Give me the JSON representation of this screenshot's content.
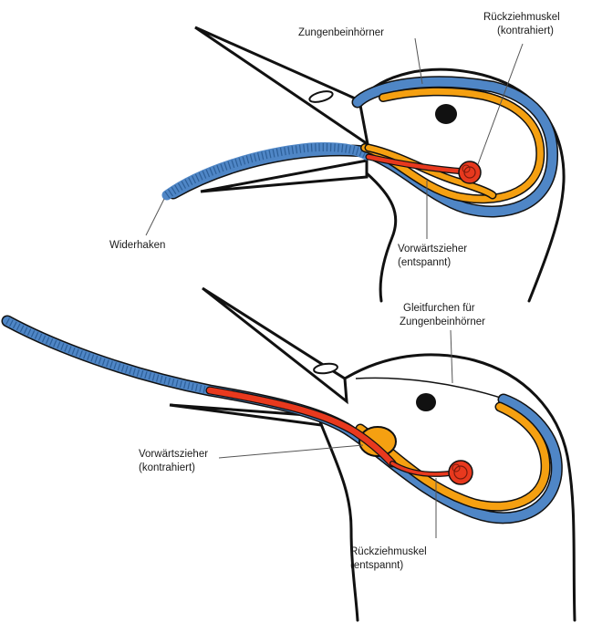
{
  "colors": {
    "outline": "#111111",
    "blue": "#4f86c6",
    "orange": "#f5a011",
    "red": "#e8391e",
    "background": "#ffffff"
  },
  "top_panel": {
    "labels": {
      "hyoid_horns": "Zungenbeinhörner",
      "retractor_line1": "Rückziehmuskel",
      "retractor_line2": "(kontrahiert)",
      "barbs": "Widerhaken",
      "protractor_line1": "Vorwärtszieher",
      "protractor_line2": "(entspannt)"
    }
  },
  "bottom_panel": {
    "labels": {
      "grooves_line1": "Gleitfurchen für",
      "grooves_line2": "Zungenbeinhörner",
      "protractor_line1": "Vorwärtszieher",
      "protractor_line2": "(kontrahiert)",
      "retractor_line1": "Rückziehmuskel",
      "retractor_line2": "(entspannt)"
    }
  }
}
